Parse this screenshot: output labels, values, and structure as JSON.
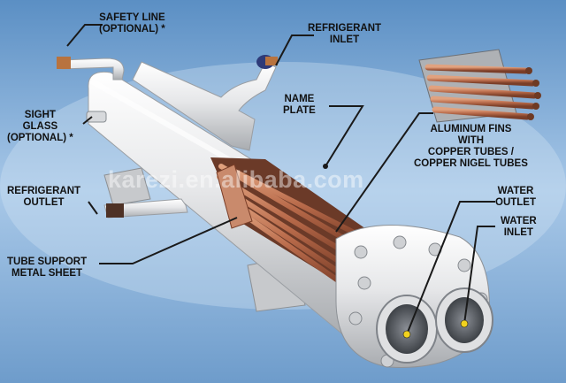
{
  "labels": {
    "safety_line": [
      "SAFETY LINE",
      "(OPTIONAL) *"
    ],
    "refrigerant_inlet": [
      "REFRIGERANT",
      "INLET"
    ],
    "name_plate": [
      "NAME",
      "PLATE"
    ],
    "sight_glass": [
      "SIGHT",
      "GLASS",
      "(OPTIONAL) *"
    ],
    "aluminum_fins": [
      "ALUMINUM FINS",
      "WITH",
      "COPPER TUBES /",
      "COPPER NIGEL TUBES"
    ],
    "refrigerant_outlet": [
      "REFRIGERANT",
      "OUTLET"
    ],
    "water_outlet": [
      "WATER",
      "OUTLET"
    ],
    "water_inlet": [
      "WATER",
      "INLET"
    ],
    "tube_support": [
      "TUBE SUPPORT",
      "METAL SHEET"
    ]
  },
  "watermark": "karezi.en.alibaba.com",
  "colors": {
    "background": "#6f9fcf",
    "shell": "#e3e4e6",
    "copper": "#b86a4a",
    "leader_dot": "#f2d21e"
  }
}
